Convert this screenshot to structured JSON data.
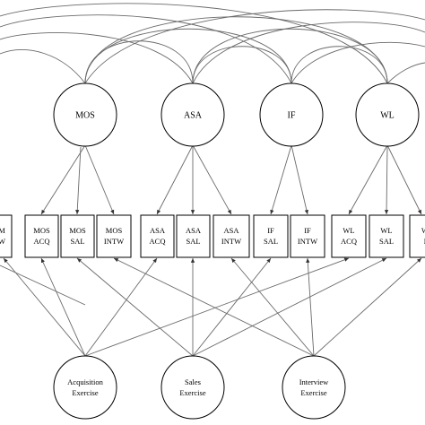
{
  "latent_factors": [
    {
      "id": "MOS",
      "label": "MOS"
    },
    {
      "id": "ASA",
      "label": "ASA"
    },
    {
      "id": "IF",
      "label": "IF"
    },
    {
      "id": "WL",
      "label": "WL"
    }
  ],
  "indicators": [
    {
      "id": "lead-clip",
      "line1": "M",
      "line2": "W"
    },
    {
      "id": "MOS-ACQ",
      "factor": "MOS",
      "exercise": "ACQ",
      "line1": "MOS",
      "line2": "ACQ"
    },
    {
      "id": "MOS-SAL",
      "factor": "MOS",
      "exercise": "SAL",
      "line1": "MOS",
      "line2": "SAL"
    },
    {
      "id": "MOS-INTW",
      "factor": "MOS",
      "exercise": "INTW",
      "line1": "MOS",
      "line2": "INTW"
    },
    {
      "id": "ASA-ACQ",
      "factor": "ASA",
      "exercise": "ACQ",
      "line1": "ASA",
      "line2": "ACQ"
    },
    {
      "id": "ASA-SAL",
      "factor": "ASA",
      "exercise": "SAL",
      "line1": "ASA",
      "line2": "SAL"
    },
    {
      "id": "ASA-INTW",
      "factor": "ASA",
      "exercise": "INTW",
      "line1": "ASA",
      "line2": "INTW"
    },
    {
      "id": "IF-SAL",
      "factor": "IF",
      "exercise": "SAL",
      "line1": "IF",
      "line2": "SAL"
    },
    {
      "id": "IF-INTW",
      "factor": "IF",
      "exercise": "INTW",
      "line1": "IF",
      "line2": "INTW"
    },
    {
      "id": "WL-ACQ",
      "factor": "WL",
      "exercise": "ACQ",
      "line1": "WL",
      "line2": "ACQ"
    },
    {
      "id": "WL-SAL",
      "factor": "WL",
      "exercise": "SAL",
      "line1": "WL",
      "line2": "SAL"
    },
    {
      "id": "trail-clip",
      "line1": "W",
      "line2": "I"
    }
  ],
  "exercises": [
    {
      "id": "ACQ",
      "line1": "Acquisition",
      "line2": "Exercise"
    },
    {
      "id": "SAL",
      "line1": "Sales",
      "line2": "Exercise"
    },
    {
      "id": "INTW",
      "line1": "Interview",
      "line2": "Exercise"
    }
  ]
}
